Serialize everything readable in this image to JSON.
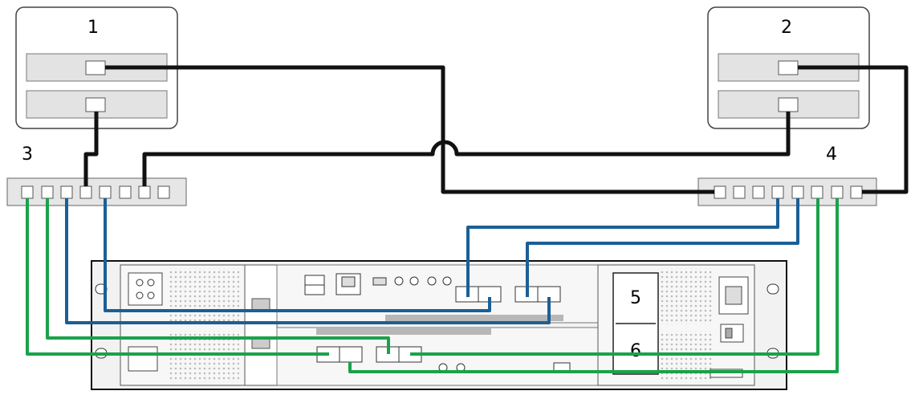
{
  "callouts": {
    "host1": "1",
    "host2": "2",
    "switch3": "3",
    "switch4": "4",
    "ctrl5": "5",
    "ctrl6": "6"
  },
  "colors": {
    "black_cable": "#111111",
    "blue_cable": "#1b5f96",
    "green_cable": "#1aa24a",
    "switch_fill": "#e6e6e6",
    "host_adapter_fill": "#e3e3e3",
    "chassis_fill": "#f2f2f2"
  }
}
